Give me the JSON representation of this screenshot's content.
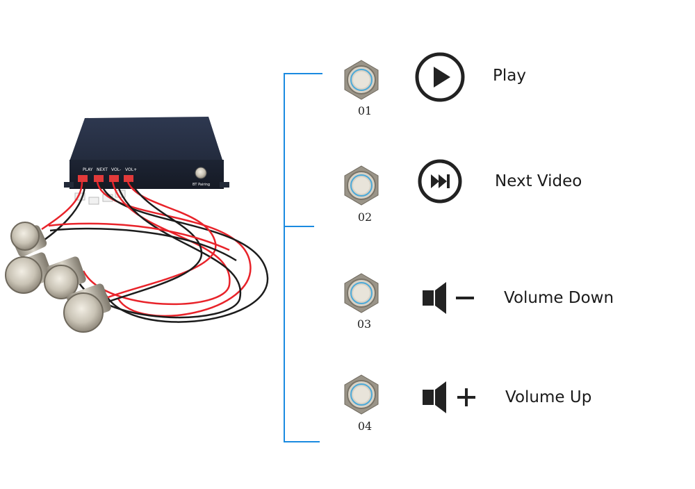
{
  "device": {
    "port_labels": [
      "PLAY",
      "NEXT",
      "VOL-",
      "VOL+"
    ],
    "pairing_label": "BT Pairing"
  },
  "buttons": [
    {
      "number": "01",
      "icon": "play-icon",
      "label": "Play"
    },
    {
      "number": "02",
      "icon": "next-track-icon",
      "label": "Next Video"
    },
    {
      "number": "03",
      "icon": "volume-down-icon",
      "label": "Volume Down"
    },
    {
      "number": "04",
      "icon": "volume-up-icon",
      "label": "Volume Up"
    }
  ],
  "colors": {
    "bracket": "#1a8ae0",
    "wire_red": "#e8232a",
    "wire_black": "#1c1c1c",
    "box": "#2b3448"
  }
}
